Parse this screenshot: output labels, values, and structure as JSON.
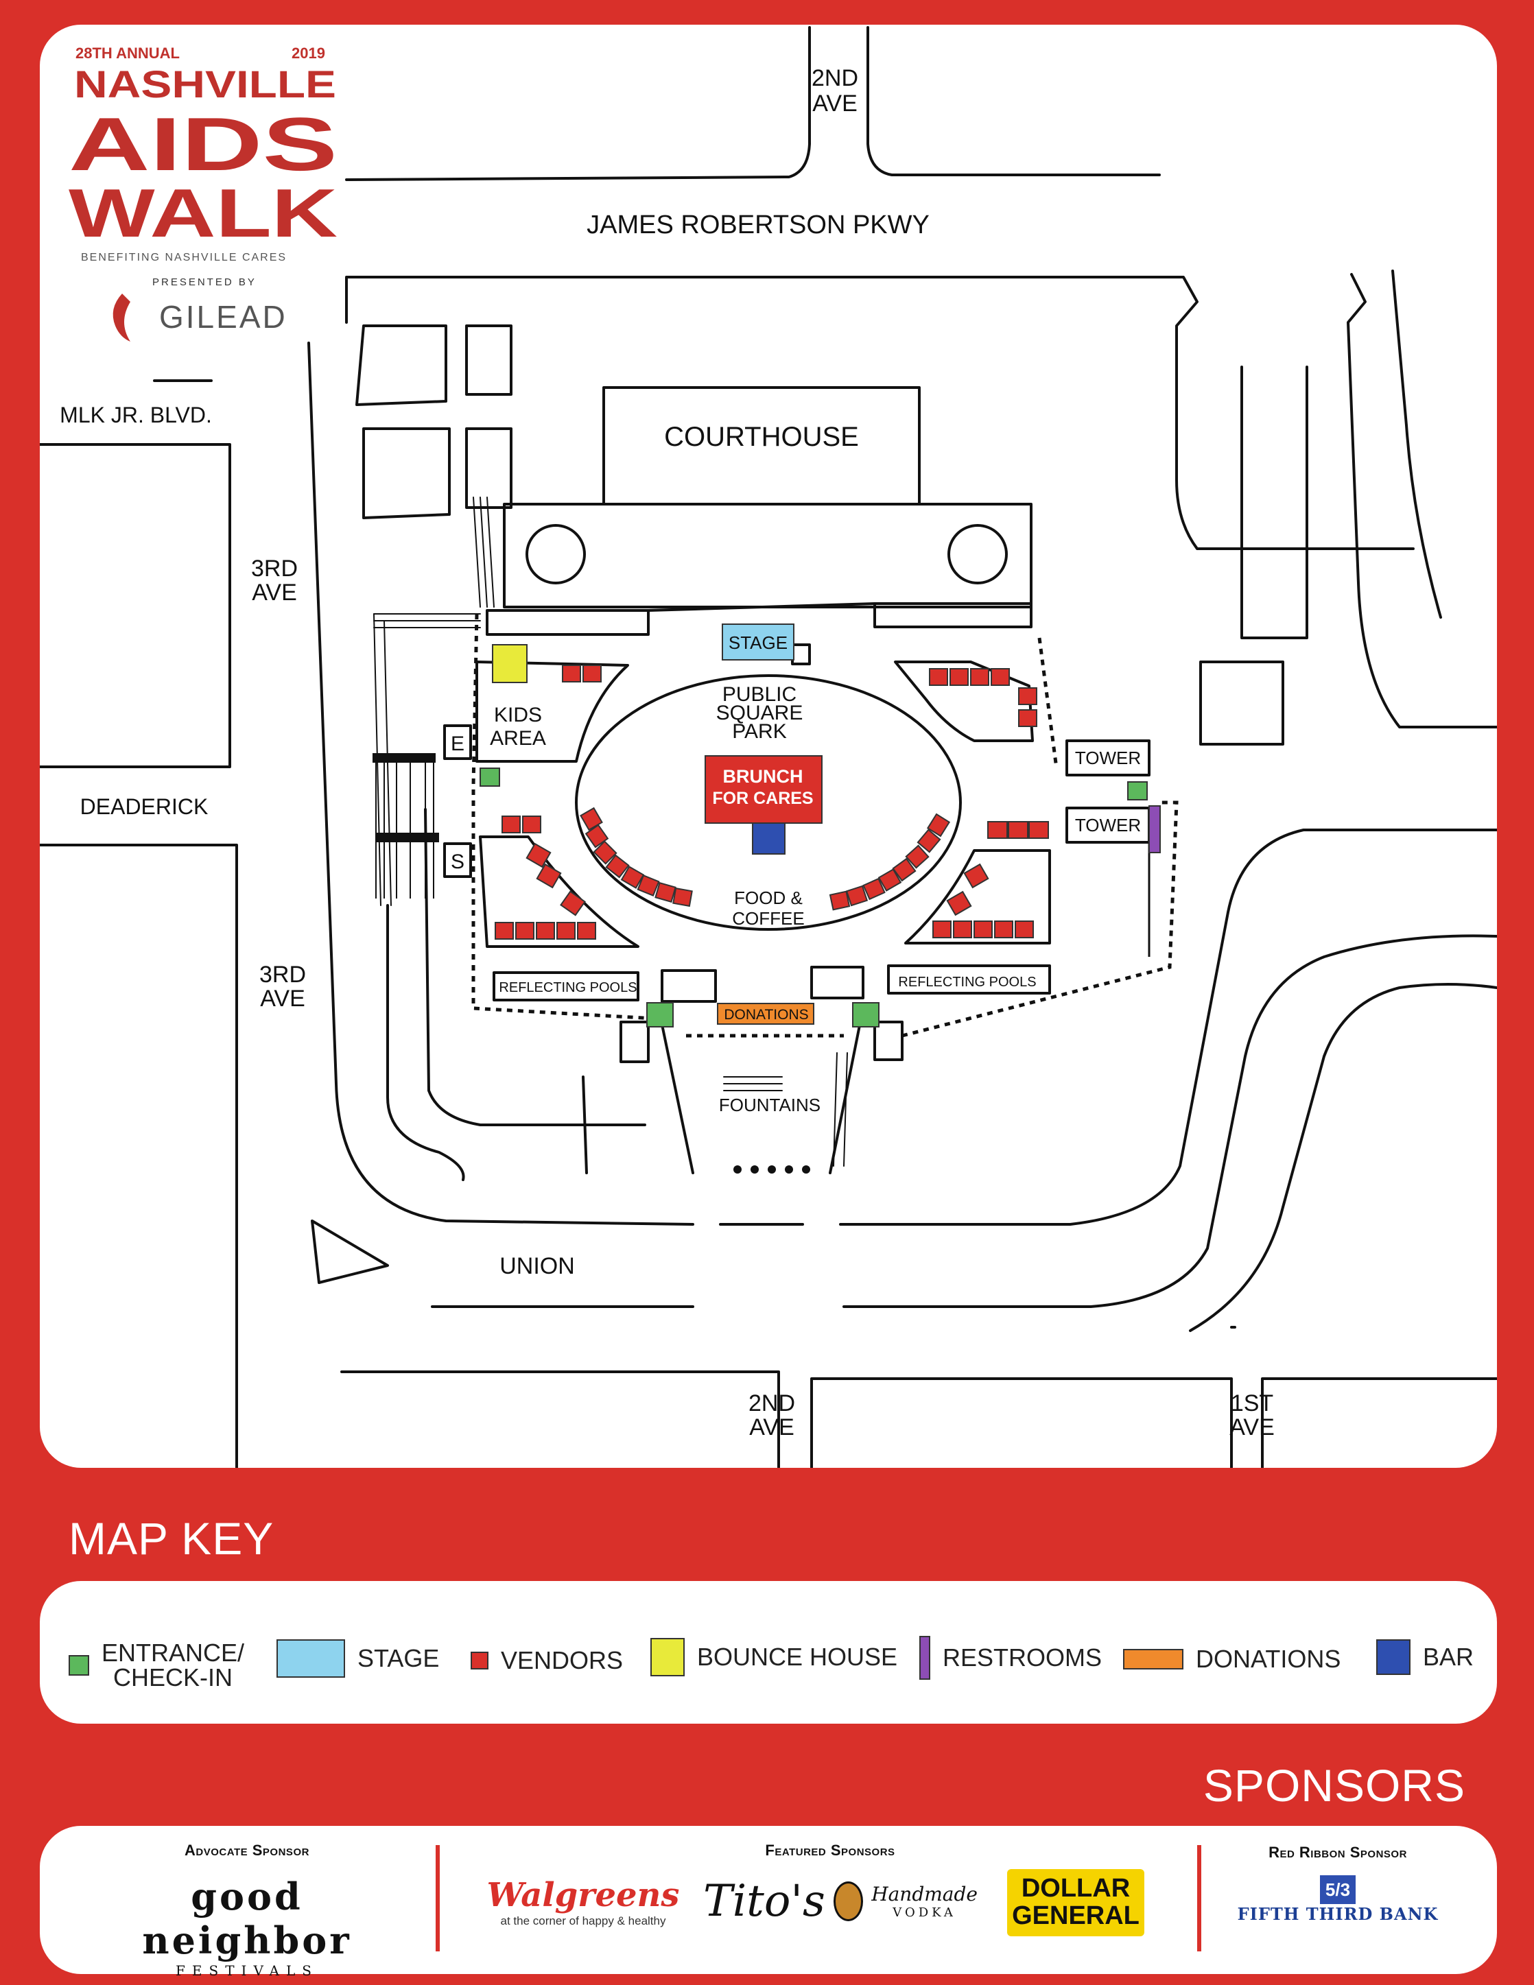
{
  "header": {
    "annual": "28TH ANNUAL",
    "year": "2019",
    "walk_line1": "NASHVILLE",
    "walk_line2": "AIDS",
    "walk_line3": "WALK",
    "benefiting": "BENEFITING NASHVILLE CARES",
    "presented_by": "PRESENTED BY",
    "presenter": "GILEAD"
  },
  "map": {
    "streets": {
      "second_ave_top": [
        "2ND",
        "AVE"
      ],
      "james_robertson": "JAMES ROBERTSON PKWY",
      "mlk": "MLK JR. BLVD.",
      "third_ave_upper": [
        "3RD",
        "AVE"
      ],
      "deaderick": "DEADERICK",
      "third_ave_lower": [
        "3RD",
        "AVE"
      ],
      "union": "UNION",
      "second_ave_bottom": [
        "2ND",
        "AVE"
      ],
      "first_ave": [
        "1ST",
        "AVE"
      ]
    },
    "places": {
      "courthouse": "COURTHOUSE",
      "stage": "STAGE",
      "park": [
        "PUBLIC",
        "SQUARE",
        "PARK"
      ],
      "brunch": [
        "BRUNCH",
        "FOR CARES"
      ],
      "kids": [
        "KIDS",
        "AREA"
      ],
      "elevator": "E",
      "stairs": "S",
      "tower_1": "TOWER",
      "tower_2": "TOWER",
      "food": [
        "FOOD &",
        "COFFEE"
      ],
      "pools_left": "REFLECTING POOLS",
      "pools_right": "REFLECTING POOLS",
      "donations": "DONATIONS",
      "fountains": "FOUNTAINS"
    }
  },
  "colors": {
    "entrance": "#5cb85c",
    "stage": "#8ed3ee",
    "vendors": "#d9302a",
    "bounce": "#e8ea3a",
    "restrooms": "#8d4db5",
    "donations": "#f08a2c",
    "bar": "#2e4fb0"
  },
  "map_key": {
    "title": "MAP KEY",
    "items": [
      {
        "label": [
          "ENTRANCE/",
          "CHECK-IN"
        ],
        "color_key": "entrance"
      },
      {
        "label": [
          "STAGE"
        ],
        "color_key": "stage"
      },
      {
        "label": [
          "VENDORS"
        ],
        "color_key": "vendors"
      },
      {
        "label": [
          "BOUNCE HOUSE"
        ],
        "color_key": "bounce"
      },
      {
        "label": [
          "RESTROOMS"
        ],
        "color_key": "restrooms"
      },
      {
        "label": [
          "DONATIONS"
        ],
        "color_key": "donations"
      },
      {
        "label": [
          "BAR"
        ],
        "color_key": "bar"
      }
    ]
  },
  "sponsors": {
    "title": "SPONSORS",
    "advocate_label": "Advocate Sponsor",
    "advocate_name": "good neighbor",
    "advocate_sub": "FESTIVALS",
    "featured_label": "Featured Sponsors",
    "walgreens": "Walgreens",
    "walgreens_tag": "at the corner of happy & healthy",
    "titos": "Tito's",
    "titos_sub1": "Handmade",
    "titos_sub2": "VODKA",
    "dollar_general": [
      "DOLLAR",
      "GENERAL"
    ],
    "red_ribbon_label": "Red Ribbon Sponsor",
    "fifth_third": "FIFTH THIRD BANK"
  }
}
